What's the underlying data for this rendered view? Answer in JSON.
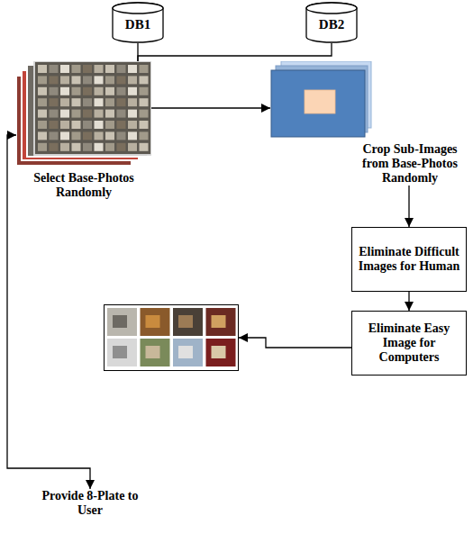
{
  "diagram": {
    "nodes": [
      {
        "text": [
          "DB1"
        ]
      },
      {
        "text": [
          "DB2"
        ]
      },
      {
        "text": [
          "Select Base-Photos Randomly"
        ]
      },
      {
        "text": [
          "Crop Sub-Images from Base-Photos Randomly"
        ]
      },
      {
        "text": [
          "Eliminate Difficult Images for Human"
        ]
      },
      {
        "text": [
          "Eliminate Easy Image for Computers"
        ]
      },
      {
        "text": []
      },
      {
        "text": [
          "Provide 8-Plate to User"
        ]
      }
    ],
    "edges": [
      {
        "from": 0,
        "to": 2,
        "arrow": "none"
      },
      {
        "from": 1,
        "to": 2,
        "arrow": "none"
      },
      {
        "from": 2,
        "to": 3,
        "arrow": "to"
      },
      {
        "from": 3,
        "to": 4,
        "arrow": "to"
      },
      {
        "from": 4,
        "to": 5,
        "arrow": "to"
      },
      {
        "from": 5,
        "to": 6,
        "arrow": "to"
      },
      {
        "from": 2,
        "to": 7,
        "arrow": "both"
      }
    ]
  }
}
